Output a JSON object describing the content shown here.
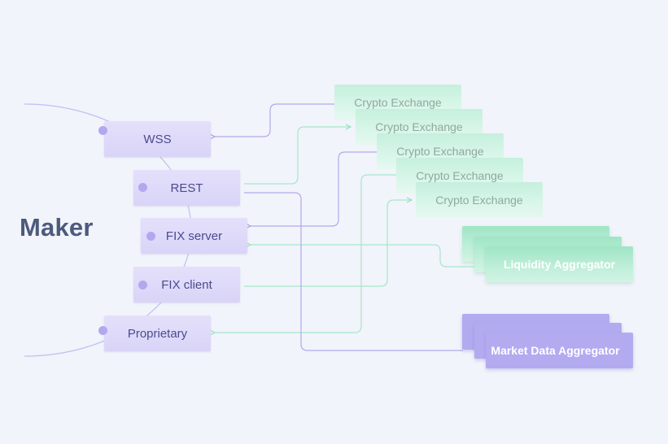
{
  "maker": {
    "title": "Maker"
  },
  "protocols": [
    "WSS",
    "REST",
    "FIX server",
    "FIX client",
    "Proprietary"
  ],
  "exchanges": [
    "Crypto Exchange",
    "Crypto Exchange",
    "Crypto Exchange",
    "Crypto Exchange",
    "Crypto Exchange"
  ],
  "aggregators": {
    "liquidity": "Liquidity Aggregator",
    "market_data": "Market Data Aggregator"
  },
  "colors": {
    "background": "#f1f4fa",
    "maker_text": "#4d5a7c",
    "protocol_fill": "#dcd7f8",
    "exchange_fill": "#d2f4e5",
    "green_line": "#a6e6c9",
    "purple_line": "#b3a9ec",
    "purple_agg": "#b3abf0",
    "green_agg": "#bdeed8"
  }
}
